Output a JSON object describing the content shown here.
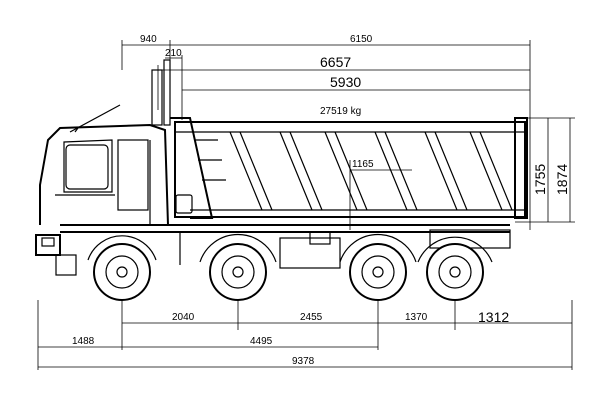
{
  "dimensions": {
    "top_940": "940",
    "top_210": "210",
    "top_6150": "6150",
    "length_6657": "6657",
    "length_5930": "5930",
    "height_1755": "1755",
    "height_1874": "1874",
    "inner_1165": "1165",
    "wb_2040": "2040",
    "wb_2455": "2455",
    "wb_1370": "1370",
    "overhang_1312": "1312",
    "front_1488": "1488",
    "base_4495": "4495",
    "overall_9378": "9378"
  },
  "capacity_label": "27519 kg"
}
